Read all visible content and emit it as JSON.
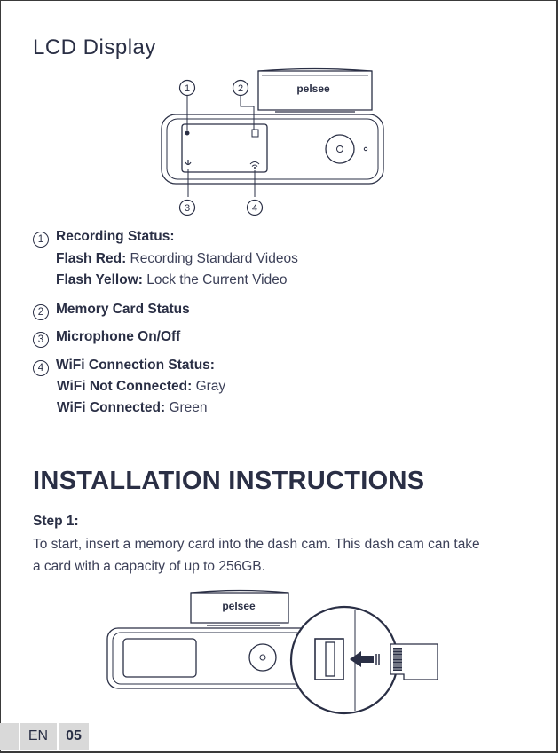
{
  "lcd": {
    "title": "LCD Display",
    "brand": "pelsee",
    "callouts": [
      "①",
      "②",
      "③",
      "④"
    ]
  },
  "status_items": [
    {
      "num": "1",
      "heading": "Recording Status:",
      "lines": [
        {
          "label": "Flash Red:",
          "value": " Recording Standard Videos"
        },
        {
          "label": "Flash Yellow:",
          "value": " Lock the Current Video"
        }
      ]
    },
    {
      "num": "2",
      "heading": "Memory Card Status",
      "lines": []
    },
    {
      "num": "3",
      "heading": "Microphone On/Off",
      "lines": []
    },
    {
      "num": "4",
      "heading": "WiFi Connection Status:",
      "lines": [
        {
          "label": "WiFi Not Connected:",
          "value": " Gray"
        },
        {
          "label": "WiFi Connected:",
          "value": " Green"
        }
      ]
    }
  ],
  "install": {
    "title": "INSTALLATION INSTRUCTIONS",
    "step1_heading": "Step 1:",
    "step1_line1": "To start, insert a memory card into the dash cam. This dash cam can take",
    "step1_line2": "a card with a capacity of up to 256GB.",
    "brand": "pelsee"
  },
  "footer": {
    "lang": "EN",
    "page": "05"
  }
}
